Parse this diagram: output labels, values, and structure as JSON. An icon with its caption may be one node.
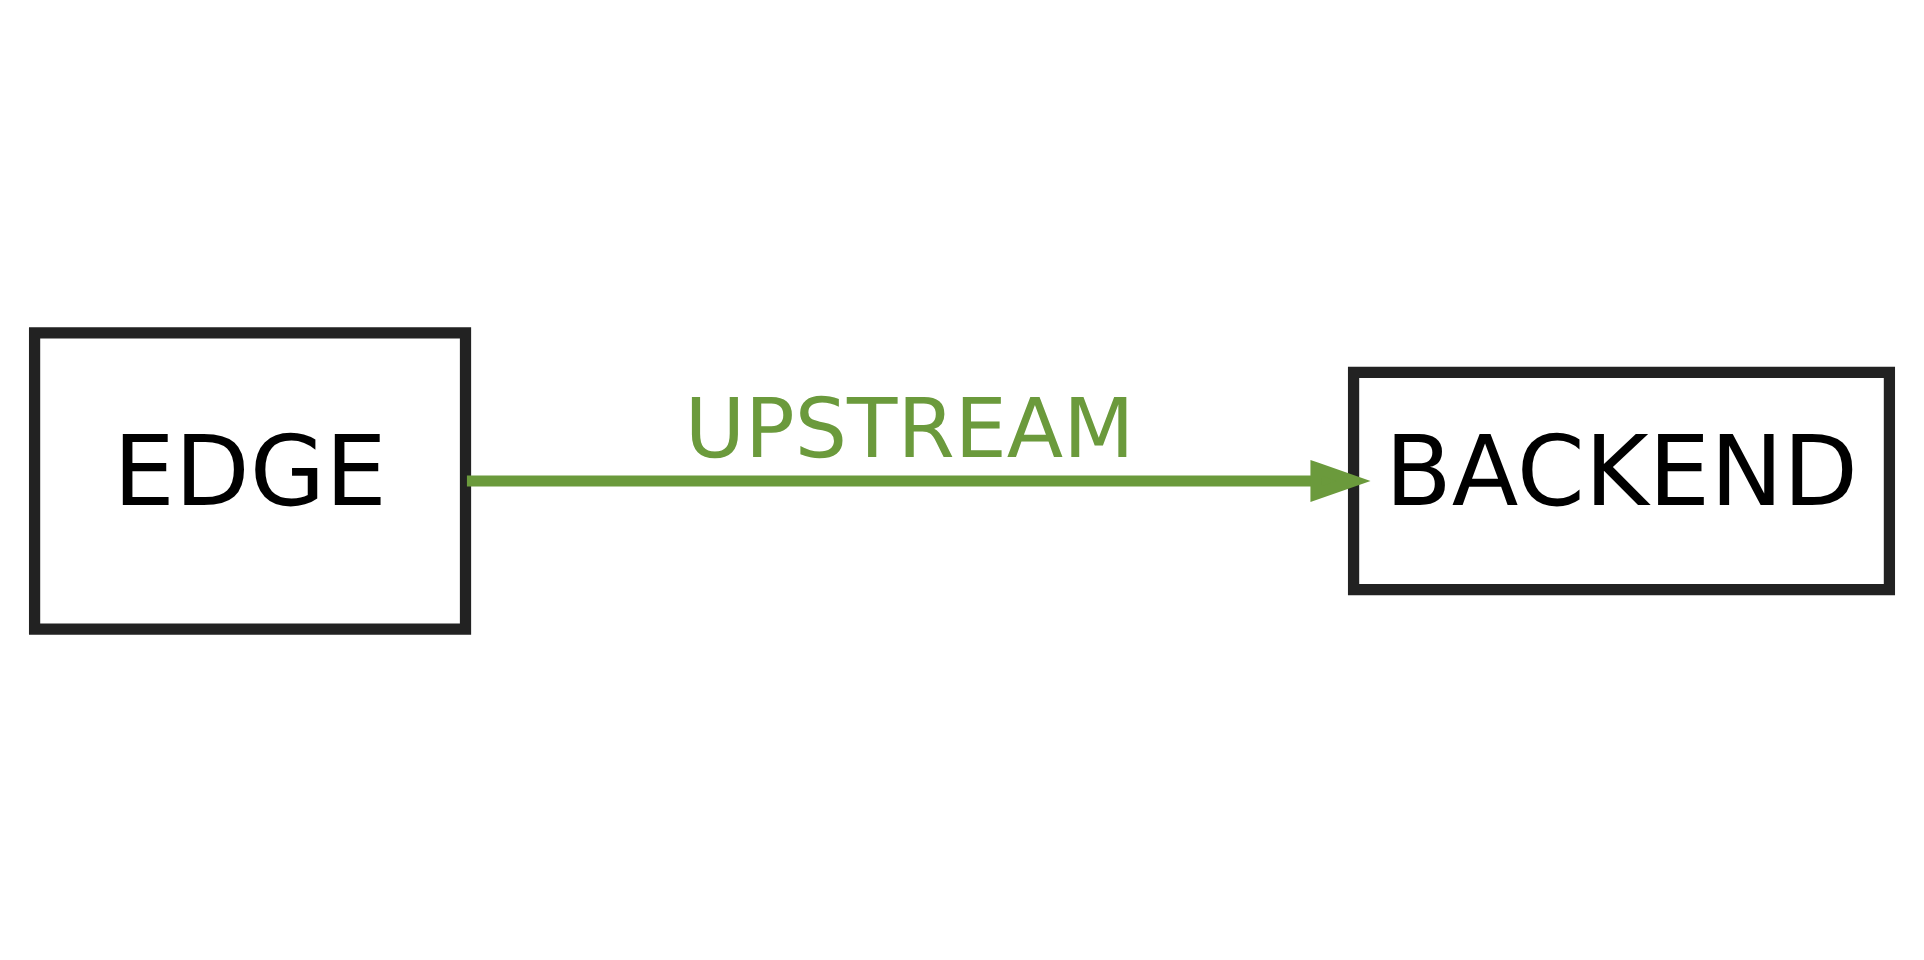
{
  "diagram": {
    "nodes": [
      {
        "text": [
          "EDGE"
        ]
      },
      {
        "text": [
          "BACKEND"
        ]
      }
    ],
    "edges": [
      {
        "from": 0,
        "to": 1,
        "arrow": "to",
        "label": "UPSTREAM",
        "color": "#6b9a3c"
      }
    ]
  }
}
